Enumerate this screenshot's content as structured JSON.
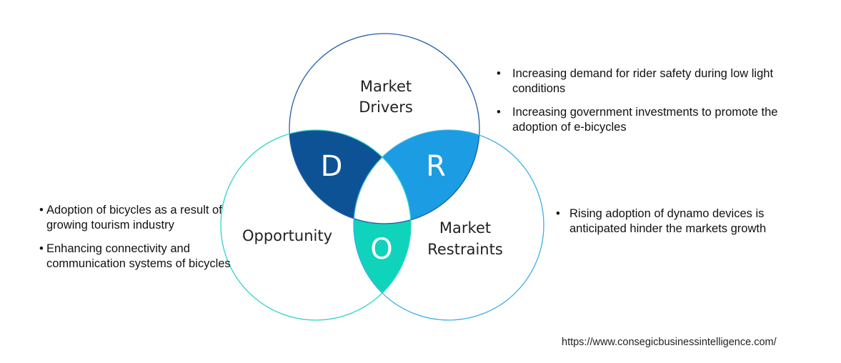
{
  "diagram": {
    "circles": {
      "drivers": {
        "label_line1": "Market",
        "label_line2": "Drivers",
        "stroke": "#1F5EA8"
      },
      "restraints": {
        "label_line1": "Market",
        "label_line2": "Restraints",
        "stroke": "#3BB0E4"
      },
      "opportunity": {
        "label": "Opportunity",
        "stroke": "#2FD4C4"
      }
    },
    "overlaps": {
      "d": {
        "letter": "D",
        "color": "#0E5296"
      },
      "r": {
        "letter": "R",
        "color": "#1B9CE3"
      },
      "o": {
        "letter": "O",
        "color": "#10D3BC"
      }
    }
  },
  "lists": {
    "drivers": [
      {
        "bullet": "•",
        "text": "Increasing demand for rider safety during low light conditions"
      },
      {
        "bullet": "•",
        "text": "Increasing government investments to promote the adoption of e-bicycles"
      }
    ],
    "restraints": [
      {
        "bullet": "•",
        "text": "Rising adoption of dynamo devices is anticipated hinder the markets growth"
      }
    ],
    "opportunity": [
      {
        "bullet": "•",
        "text": "Adoption of bicycles as a result of growing tourism industry"
      },
      {
        "bullet": "•",
        "text": "Enhancing connectivity and communication systems of bicycles"
      }
    ]
  },
  "footer": {
    "url": "https://www.consegicbusinessintelligence.com/"
  }
}
